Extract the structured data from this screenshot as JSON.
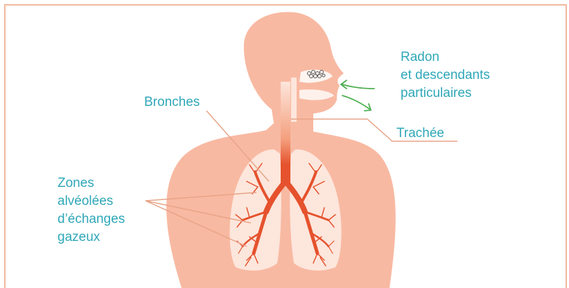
{
  "diagram": {
    "labels": {
      "radon": "Radon\net descendants\nparticulaires",
      "bronches": "Bronches",
      "trachee": "Trachée",
      "zones": "Zones\nalvéolées\nd’échanges\ngazeux"
    },
    "colors": {
      "skin": "#f8b9a2",
      "lung": "#fde6dc",
      "airway": "#e5522d",
      "leader_line": "#e7a487",
      "label_text": "#2fa7b8",
      "arrow": "#4caf50",
      "frame": "#f2b89c"
    }
  }
}
